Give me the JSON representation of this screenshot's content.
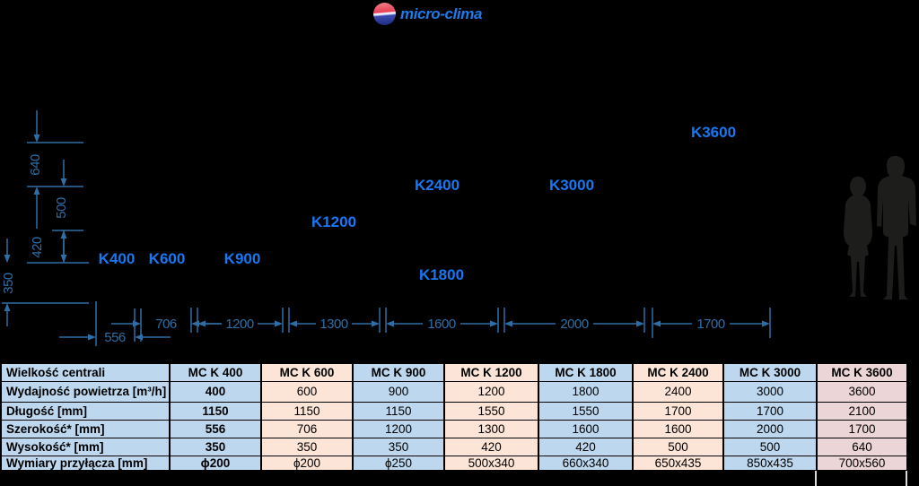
{
  "logo": {
    "brand": "micro-clima"
  },
  "diagram": {
    "unit_labels": [
      "K400",
      "K600",
      "K900",
      "K1200",
      "K1800",
      "K2400",
      "K3000",
      "K3600"
    ],
    "height_dims": [
      "640",
      "500",
      "420",
      "350"
    ],
    "width_dims": [
      "556",
      "706",
      "1200",
      "1300",
      "1600",
      "2000",
      "1700"
    ],
    "dim_color": "#2f6ea5",
    "label_color": "#1877f2"
  },
  "table": {
    "columns": [
      "Wielkość centrali",
      "MC K 400",
      "MC K 600",
      "MC K 900",
      "MC K 1200",
      "MC K 1800",
      "MC K 2400",
      "MC K 3000",
      "MC K 3600"
    ],
    "rows": [
      {
        "label": "Wydajność powietrza [m³/h]",
        "values": [
          "400",
          "600",
          "900",
          "1200",
          "1800",
          "2400",
          "3000",
          "3600"
        ]
      },
      {
        "label": "Długość [mm]",
        "values": [
          "1150",
          "1150",
          "1150",
          "1550",
          "1550",
          "1700",
          "1700",
          "2100"
        ]
      },
      {
        "label": "Szerokość* [mm]",
        "values": [
          "556",
          "706",
          "1200",
          "1300",
          "1600",
          "1600",
          "2000",
          "1700"
        ]
      },
      {
        "label": "Wysokość*  [mm]",
        "values": [
          "350",
          "350",
          "350",
          "420",
          "420",
          "500",
          "500",
          "640"
        ]
      },
      {
        "label": "Wymiary przyłącza [mm]",
        "values": [
          "ϕ200",
          "ϕ200",
          "ϕ250",
          "500x340",
          "660x340",
          "650x435",
          "850x435",
          "700x560"
        ]
      }
    ],
    "column_palette": [
      "blue",
      "blue",
      "peach",
      "blue",
      "peach",
      "blue",
      "peach",
      "blue",
      "rose"
    ],
    "colors": {
      "blue": "#BDD7EE",
      "peach": "#FCE4D6",
      "rose": "#ECD5D7"
    }
  }
}
